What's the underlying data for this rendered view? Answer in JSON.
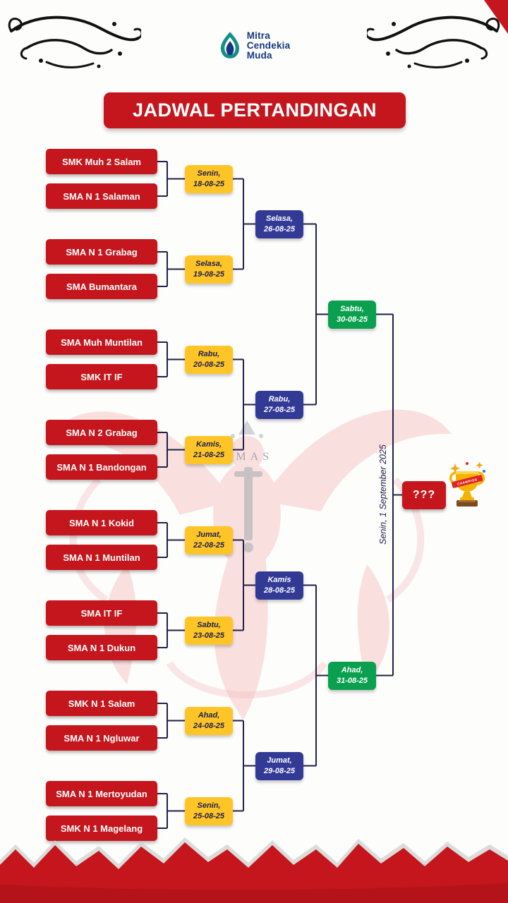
{
  "logo": {
    "line1": "Mitra",
    "line2": "Cendekia",
    "line3": "Muda"
  },
  "header": {
    "title": "JADWAL PERTANDINGAN"
  },
  "bracket": {
    "round1": [
      {
        "team_top": "SMK Muh 2 Salam",
        "team_bottom": "SMA N 1 Salaman",
        "day": "Senin,",
        "date": "18-08-25"
      },
      {
        "team_top": "SMA N 1 Grabag",
        "team_bottom": "SMA Bumantara",
        "day": "Selasa,",
        "date": "19-08-25"
      },
      {
        "team_top": "SMA Muh Muntilan",
        "team_bottom": "SMK IT IF",
        "day": "Rabu,",
        "date": "20-08-25"
      },
      {
        "team_top": "SMA N 2 Grabag",
        "team_bottom": "SMA N 1 Bandongan",
        "day": "Kamis,",
        "date": "21-08-25"
      },
      {
        "team_top": "SMA N 1 Kokid",
        "team_bottom": "SMA N 1 Muntilan",
        "day": "Jumat,",
        "date": "22-08-25"
      },
      {
        "team_top": "SMA IT IF",
        "team_bottom": "SMA N 1 Dukun",
        "day": "Sabtu,",
        "date": "23-08-25"
      },
      {
        "team_top": "SMK N 1 Salam",
        "team_bottom": "SMA N 1 Ngluwar",
        "day": "Ahad,",
        "date": "24-08-25"
      },
      {
        "team_top": "SMA N 1 Mertoyudan",
        "team_bottom": "SMK N 1 Magelang",
        "day": "Senin,",
        "date": "25-08-25"
      }
    ],
    "round2": [
      {
        "day": "Selasa,",
        "date": "26-08-25"
      },
      {
        "day": "Rabu,",
        "date": "27-08-25"
      },
      {
        "day": "Kamis",
        "date": "28-08-25"
      },
      {
        "day": "Jumat,",
        "date": "29-08-25"
      }
    ],
    "round3": [
      {
        "day": "Sabtu,",
        "date": "30-08-25"
      },
      {
        "day": "Ahad,",
        "date": "31-08-25"
      }
    ],
    "final": {
      "label": "???",
      "date_vertical": "Senin, 1 September 2025"
    }
  },
  "watermark": {
    "text": "OMAS"
  },
  "trophy": {
    "banner": "CHAMPION"
  },
  "colors": {
    "red": "#c4161c",
    "yellow": "#ffc527",
    "navy": "#333a96",
    "green": "#0aa04f",
    "line": "#20204a",
    "date_text": "#1d1d4f"
  }
}
